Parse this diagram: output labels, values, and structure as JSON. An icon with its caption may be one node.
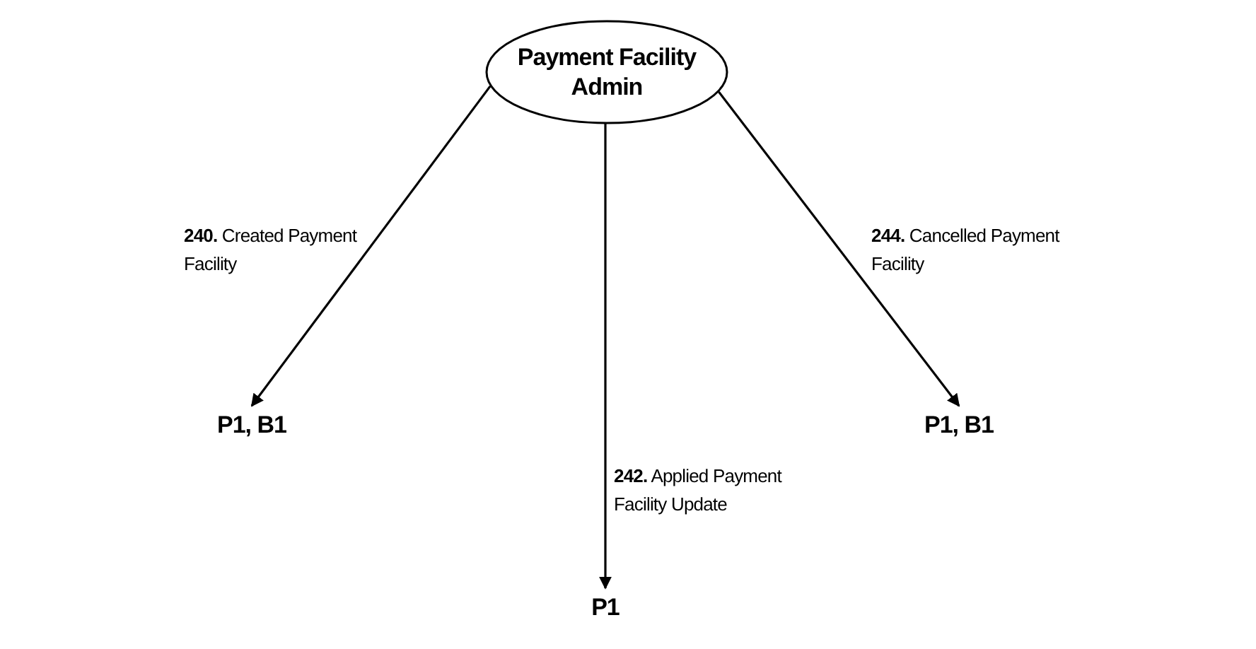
{
  "diagram": {
    "nodes": [
      {
        "text": [
          "Payment Facility Admin"
        ]
      },
      {
        "text": [
          "P1, B1"
        ]
      },
      {
        "text": [
          "P1"
        ]
      },
      {
        "text": [
          "P1, B1"
        ]
      }
    ],
    "edges": [
      {
        "from": 0,
        "to": 1,
        "arrow": "to",
        "label": "**240.** Created Payment Facility"
      },
      {
        "from": 0,
        "to": 2,
        "arrow": "to",
        "label": "**242.** Applied Payment Facility Update"
      },
      {
        "from": 0,
        "to": 3,
        "arrow": "to",
        "label": "**244.** Cancelled Payment Facility"
      }
    ]
  }
}
